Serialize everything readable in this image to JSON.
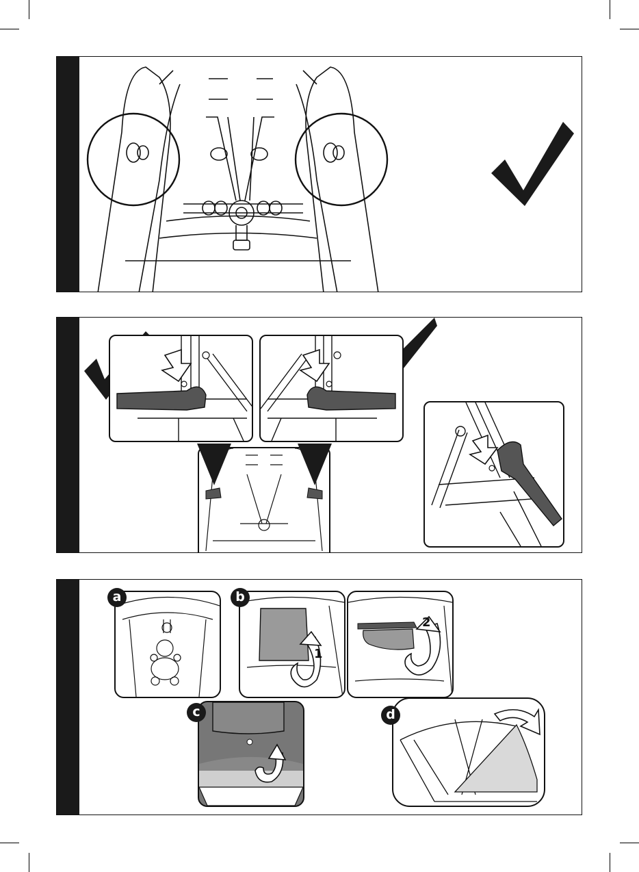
{
  "labels": {
    "a": "a",
    "b": "b",
    "c": "c",
    "d": "d",
    "step1": "1",
    "step2": "2"
  },
  "icons": {
    "check": "check-mark-icon",
    "arrow": "down-arrow-icon",
    "rotate": "rotate-arrow-icon"
  },
  "colors": {
    "ink": "#111111",
    "side_bar": "#1a1a1a",
    "fill_dark": "#555555",
    "fill_mid": "#9a9a9a",
    "fill_light": "#d9d9d9"
  }
}
